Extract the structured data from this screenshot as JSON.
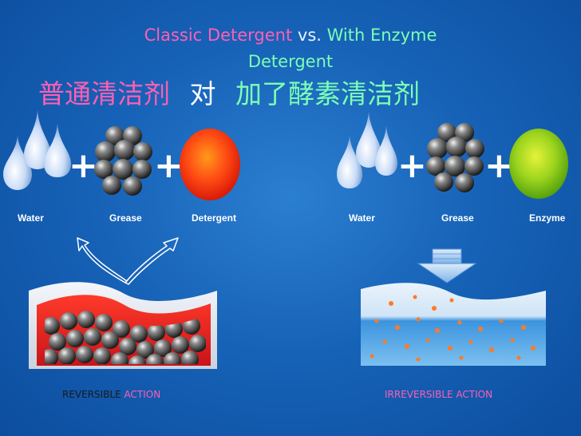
{
  "title": {
    "en_classic": "Classic Detergent",
    "en_vs": "vs.",
    "en_enzyme_line1": "With Enzyme",
    "en_enzyme_line2": "Detergent",
    "cn_classic": "普通清洁剂",
    "cn_vs": "对",
    "cn_enzyme": "加了酵素清洁剂"
  },
  "left": {
    "labels": [
      "Water",
      "Grease",
      "Detergent"
    ],
    "action_word1": "REVERSIBLE",
    "action_word2": "ACTION"
  },
  "right": {
    "labels": [
      "Water",
      "Grease",
      "Enzyme"
    ],
    "action": "IRREVERSIBLE ACTION"
  },
  "colors": {
    "pink": "#ff5fb3",
    "green": "#7dffb4",
    "detergent": "#ff3a12",
    "enzyme": "#8fd21a",
    "droplet": "#e6f0ff",
    "grease": "#3a3a3a"
  }
}
